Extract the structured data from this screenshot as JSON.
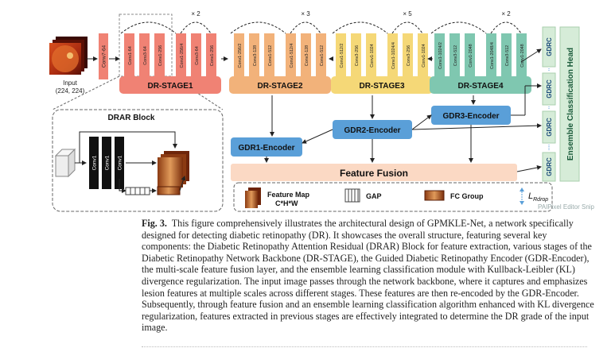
{
  "figure": {
    "input_label": "Input",
    "input_size": "(224, 224)",
    "first_conv": "Conv7-64",
    "stages": [
      {
        "name": "DR-STAGE1",
        "repeat": "× 2",
        "color": "#f08274",
        "convs": [
          "Conv1-64",
          "Conv3-64",
          "Conv1-256",
          "Conv1-256/4",
          "Conv3-64",
          "Conv1-256"
        ]
      },
      {
        "name": "DR-STAGE2",
        "repeat": "× 3",
        "color": "#f2b27a",
        "convs": [
          "Conv1-256/2",
          "Conv3-128",
          "Conv1-512",
          "Conv1-512/4",
          "Conv3-128",
          "Conv1-512"
        ]
      },
      {
        "name": "DR-STAGE3",
        "repeat": "× 5",
        "color": "#f5d877",
        "convs": [
          "Conv1-512/2",
          "Conv3-256",
          "Conv1-1024",
          "Conv1-1024/4",
          "Conv3-256",
          "Conv1-1024"
        ]
      },
      {
        "name": "DR-STAGE4",
        "repeat": "× 2",
        "color": "#7fc7b0",
        "convs": [
          "Conv1-1024/2",
          "Conv3-512",
          "Conv1-2048",
          "Conv1-2048/4",
          "Conv3-512",
          "Conv1-2048"
        ]
      }
    ],
    "encoders": [
      "GDR1-Encoder",
      "GDR2-Encoder",
      "GDR3-Encoder"
    ],
    "feature_fusion": "Feature Fusion",
    "gdrc_label": "GDRC",
    "ensemble_head": "Ensemble Classification Head",
    "drar": {
      "title": "DRAR Block",
      "convs": [
        "Conv1",
        "Conv1",
        "Conv1"
      ]
    },
    "legend": {
      "feature_map": "Feature Map",
      "feature_map_dims": "C*H*W",
      "gap": "GAP",
      "fc_group": "FC Group",
      "loss_main": "L",
      "loss_sub": "Rdrop"
    },
    "watermark": "PAIPixel Editor Snip"
  },
  "caption": {
    "label": "Fig. 3.",
    "text": "This figure comprehensively illustrates the architectural design of GPMKLE-Net, a network specifically designed for detecting diabetic retinopathy (DR). It showcases the overall structure, featuring several key components: the Diabetic Retinopathy Attention Residual (DRAR) Block for feature extraction, various stages of the Diabetic Retinopathy Network Backbone (DR-STAGE), the Guided Diabetic Retinopathy Encoder (GDR-Encoder), the multi-scale feature fusion layer, and the ensemble learning classification module with Kullback-Leibler (KL) divergence regularization. The input image passes through the network backbone, where it captures and emphasizes lesion features at multiple scales across different stages. These features are then re-encoded by the GDR-Encoder. Subsequently, through feature fusion and an ensemble learning classification algorithm enhanced with KL divergence regularization, features extracted in previous stages are effectively integrated to determine the DR grade of the input image."
  }
}
